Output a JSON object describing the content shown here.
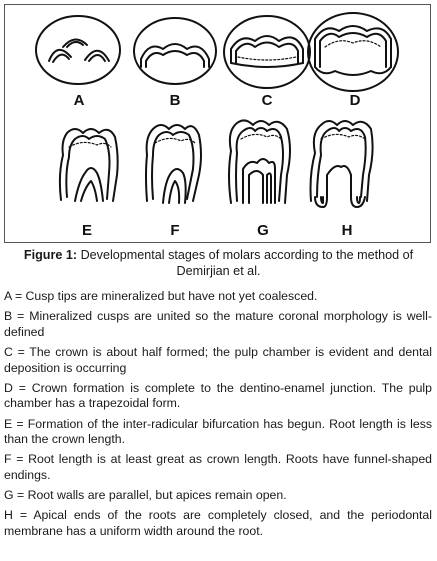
{
  "figure": {
    "stage_labels": [
      "A",
      "B",
      "C",
      "D",
      "E",
      "F",
      "G",
      "H"
    ],
    "caption_prefix": "Figure 1:",
    "caption_text": " Developmental stages of molars according to the method of Demirjian et al."
  },
  "definitions": [
    {
      "letter": "A",
      "text": "A = Cusp tips are mineralized but have not yet coalesced."
    },
    {
      "letter": "B",
      "text": "B = Mineralized cusps are united so the mature coronal morphology is well-defined"
    },
    {
      "letter": "C",
      "text": "C = The crown is about half formed; the pulp chamber is evident and dental deposition is occurring"
    },
    {
      "letter": "D",
      "text": "D = Crown formation is complete to the dentino-enamel junction. The pulp chamber has a trapezoidal form."
    },
    {
      "letter": "E",
      "text": "E = Formation of the inter-radicular bifurcation has begun. Root length is less than the crown length."
    },
    {
      "letter": "F",
      "text": "F = Root length is at least great as crown length. Roots have funnel-shaped endings."
    },
    {
      "letter": "G",
      "text": "G = Root walls are parallel, but apices remain open."
    },
    {
      "letter": "H",
      "text": "H = Apical ends of the roots are completely closed, and the periodontal membrane has a uniform width around the root."
    }
  ]
}
